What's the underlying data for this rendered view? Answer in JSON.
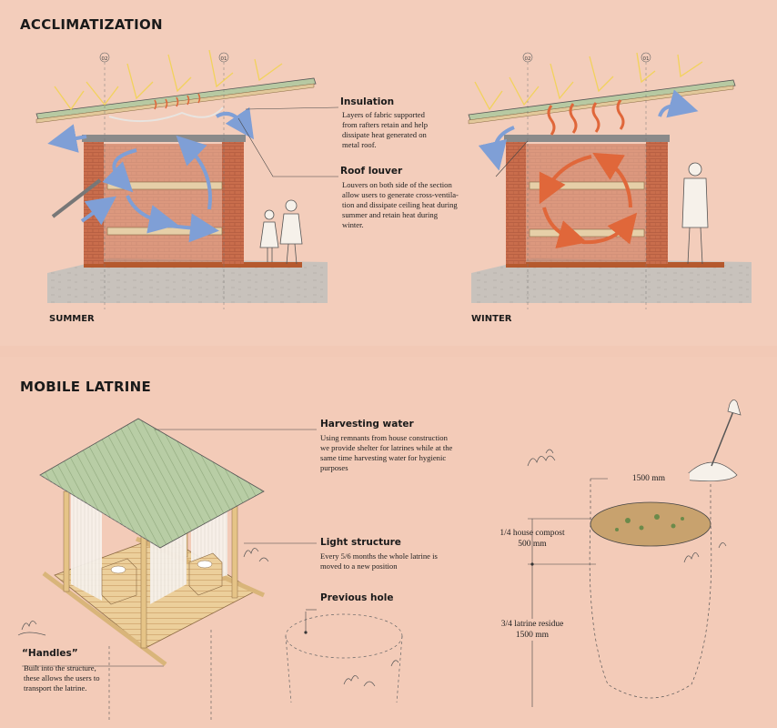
{
  "acclimatization": {
    "title": "ACCLIMATIZATION",
    "summer_label": "SUMMER",
    "winter_label": "WINTER",
    "grid_labels": [
      "02",
      "01"
    ],
    "insulation": {
      "title": "Insulation",
      "body": [
        "Layers of fabric supported",
        "from rafters retain and help",
        "dissipate heat generated on",
        "metal roof."
      ]
    },
    "roof_louver": {
      "title": "Roof louver",
      "body": [
        "Louvers on both side of the section",
        "allow users to generate cross-ventila-",
        "tion and dissipate ceiling heat during",
        "summer and retain heat during",
        "winter."
      ]
    }
  },
  "mobile_latrine": {
    "title": "MOBILE LATRINE",
    "harvesting_water": {
      "title": "Harvesting water",
      "body": [
        "Using remnants from house construction",
        "we provide shelter for latrines while at the",
        "same time harvesting water for hygienic",
        "purposes"
      ]
    },
    "light_structure": {
      "title": "Light structure",
      "body": [
        "Every 5/6 months the whole latrine is",
        "moved to a new position"
      ]
    },
    "previous_hole": {
      "title": "Previous hole"
    },
    "handles": {
      "title": "“Handles”",
      "body": [
        "Built into the structure,",
        "these allows the users to",
        "transport the latrine."
      ]
    },
    "dimensions": {
      "width": "1500 mm",
      "compost": [
        "1/4 house compost",
        "500 mm"
      ],
      "residue": [
        "3/4 latrine residue",
        "1500 mm"
      ]
    }
  },
  "colors": {
    "background": "#f3cdbb",
    "brick": "#c4694a",
    "roof": "#b7c9a2",
    "cool_air": "#7f9fd6",
    "warm_air": "#e0673a",
    "sun": "#f2d25c",
    "ground": "#c9c3bd",
    "soil": "#b5592e"
  }
}
